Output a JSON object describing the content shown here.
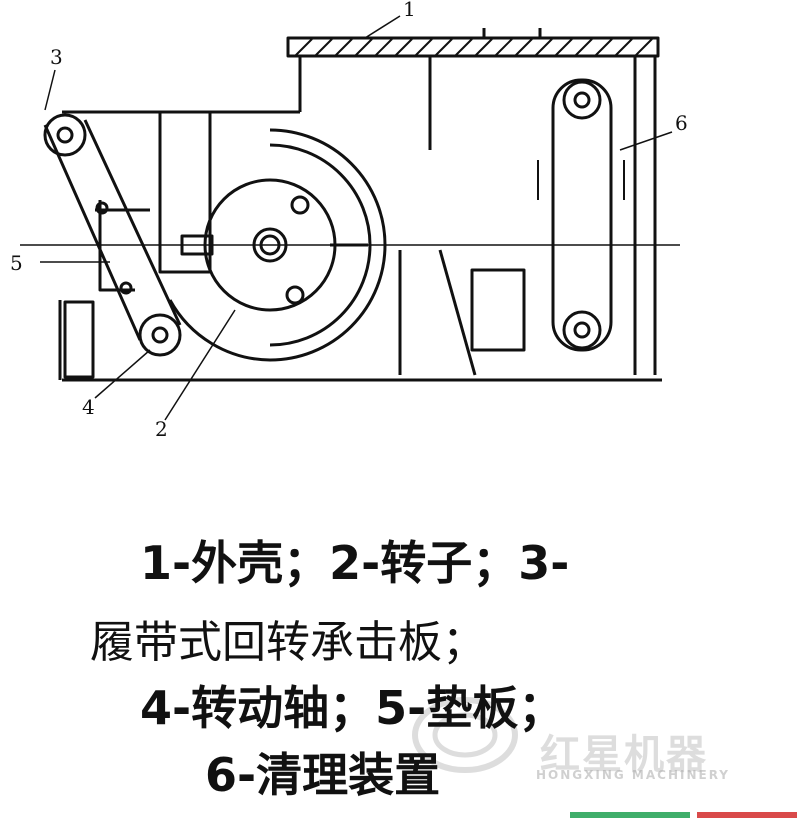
{
  "diagram": {
    "callouts": [
      {
        "id": "1",
        "label": "1"
      },
      {
        "id": "2",
        "label": "2"
      },
      {
        "id": "3",
        "label": "3"
      },
      {
        "id": "4",
        "label": "4"
      },
      {
        "id": "5",
        "label": "5"
      },
      {
        "id": "6",
        "label": "6"
      }
    ]
  },
  "caption": {
    "line1": "1-外壳；2-转子；3-",
    "line2": "履带式回转承击板；",
    "line3": "4-转动轴；5-垫板；",
    "line4": "6-清理装置"
  },
  "watermark": {
    "brand_cn": "红星机器",
    "brand_en": "HONGXING MACHINERY"
  },
  "colors": {
    "ink": "#111111",
    "background": "#ffffff",
    "watermark": "#b4b4b4",
    "bar_green": "#3fae6a",
    "bar_red": "#d94a4a"
  }
}
